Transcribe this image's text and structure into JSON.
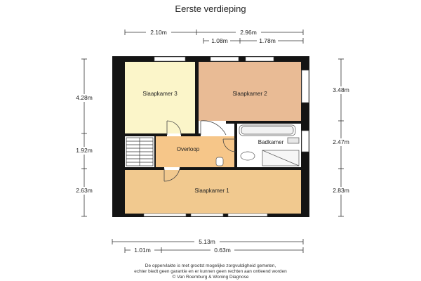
{
  "title": "Eerste verdieping",
  "rooms": {
    "bedroom3": "Slaapkamer 3",
    "bedroom2": "Slaapkamer 2",
    "landing": "Overloop",
    "bathroom": "Badkamer",
    "bedroom1": "Slaapkamer 1"
  },
  "dimensions": {
    "top_left": "2.10m",
    "top_right": "2.96m",
    "top_sub_a": "1.08m",
    "top_sub_b": "1.78m",
    "left_1": "4.28m",
    "left_2": "1.92m",
    "left_3": "2.63m",
    "right_1": "3.48m",
    "right_2": "2.47m",
    "right_3": "2.83m",
    "bottom_total": "5.13m",
    "bottom_a": "1.01m",
    "bottom_b": "0.63m"
  },
  "footer": {
    "line1": "De oppervlakte is met grootst mogelijke zorgvuldigheid gemeten,",
    "line2": "echter biedt geen garantie en er kunnen geen rechten aan ontleend worden",
    "line3": "© Van Roemburg & Woning Diagnose"
  },
  "colors": {
    "bedroom3": "#fbf5c9",
    "bedroom2": "#e9bb95",
    "landing": "#f6c689",
    "bedroom1": "#f1c98f",
    "bathroom": "#ffffff",
    "wall": "#141414"
  }
}
